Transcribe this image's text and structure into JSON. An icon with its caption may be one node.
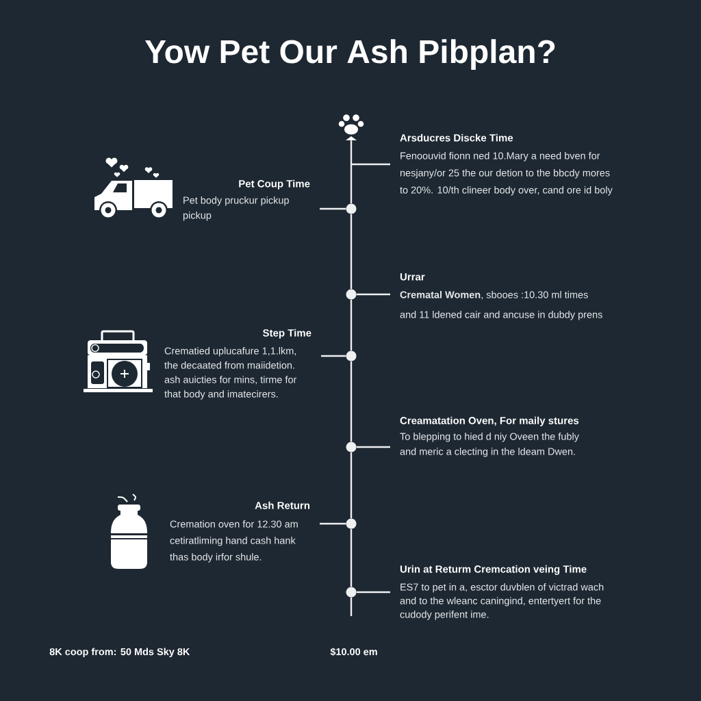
{
  "diagram": {
    "title": "Yow Pet Our Ash Pibplan?",
    "nodes": [
      {
        "text": [],
        "shape": "picture"
      },
      {
        "text": [
          "Arsducres Discke Time",
          "Fenoouvid fionn ned 10.Mary a need bven for nesjany/or 25 the our detion to the bbcdy mores to 20%. 10/th clineer body over, cand ore id boly"
        ]
      },
      {
        "text": [
          "Pet Coup Time",
          "Pet body pruckur pickup pickup"
        ]
      },
      {
        "text": [],
        "shape": "circle"
      },
      {
        "text": [
          "Urrar",
          "**Crematal Women**, sbooes :10.30 ml times and 11 ldened cair and ancuse in dubdy prens"
        ]
      },
      {
        "text": [],
        "shape": "circle"
      },
      {
        "text": [
          "Step Time",
          "Crematied uplucafure 1,1.lkm, the decaated from maiidetion. ash auicties for mins, tirme for that body and imatecirers."
        ]
      },
      {
        "text": [],
        "shape": "circle"
      },
      {
        "text": [
          "Creamatation Oven, For maily stures",
          "To blepping to hied d niy Oveen the fubly and meric a clecting in the ldeam Dwen."
        ]
      },
      {
        "text": [],
        "shape": "circle"
      },
      {
        "text": [
          "Ash Return",
          "Cremation oven for 12.30 am cetiratliming hand cash hank thas body irfor shule."
        ]
      },
      {
        "text": [],
        "shape": "circle"
      },
      {
        "text": [
          "Urin at Returm Cremcation veing Time",
          "ES7 to pet in a, esctor duvblen of victrad wach and to the wleanc caningind, entertyert for the cudody perifent ime."
        ]
      },
      {
        "text": [],
        "shape": "circle"
      }
    ],
    "edges": [
      {
        "from": 0,
        "to": 3,
        "arrow": "none"
      },
      {
        "from": null,
        "to": 1,
        "arrow": "none"
      },
      {
        "from": 3,
        "to": 2,
        "arrow": "none"
      },
      {
        "from": 3,
        "to": 5,
        "arrow": "none"
      },
      {
        "from": 5,
        "to": 4,
        "arrow": "none"
      },
      {
        "from": 5,
        "to": 7,
        "arrow": "none"
      },
      {
        "from": 7,
        "to": 6,
        "arrow": "none"
      },
      {
        "from": 7,
        "to": 9,
        "arrow": "none"
      },
      {
        "from": 9,
        "to": 8,
        "arrow": "none"
      },
      {
        "from": 9,
        "to": 11,
        "arrow": "none"
      },
      {
        "from": 11,
        "to": 10,
        "arrow": "none"
      },
      {
        "from": 11,
        "to": 13,
        "arrow": "none"
      },
      {
        "from": 13,
        "to": 12,
        "arrow": "none"
      },
      {
        "from": 13,
        "to": null,
        "arrow": "none"
      }
    ],
    "labels": [
      "8K coop from: 50 Mds Sky 8K",
      "$10.00 em"
    ]
  }
}
